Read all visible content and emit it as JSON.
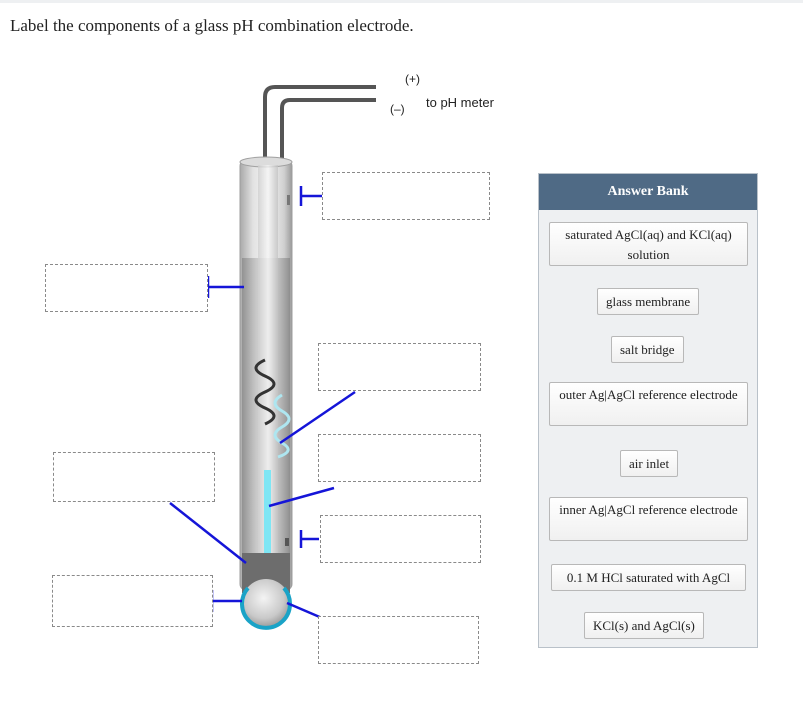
{
  "question": "Label the components of a glass pH combination electrode.",
  "diagram": {
    "plus_label": "(+)",
    "minus_label": "(–)",
    "meter_label": "to pH meter"
  },
  "answer_bank": {
    "title": "Answer Bank",
    "items": [
      "saturated AgCl(aq) and KCl(aq) solution",
      "glass membrane",
      "salt bridge",
      "outer Ag|AgCl reference electrode",
      "air inlet",
      "inner Ag|AgCl reference electrode",
      "0.1 M HCl saturated with AgCl",
      "KCl(s) and AgCl(s)"
    ]
  },
  "colors": {
    "leader_line": "#1515d8",
    "header": "#4f6a85",
    "membrane": "#1aa3c7",
    "inner_solution": "#7ee6f4"
  }
}
